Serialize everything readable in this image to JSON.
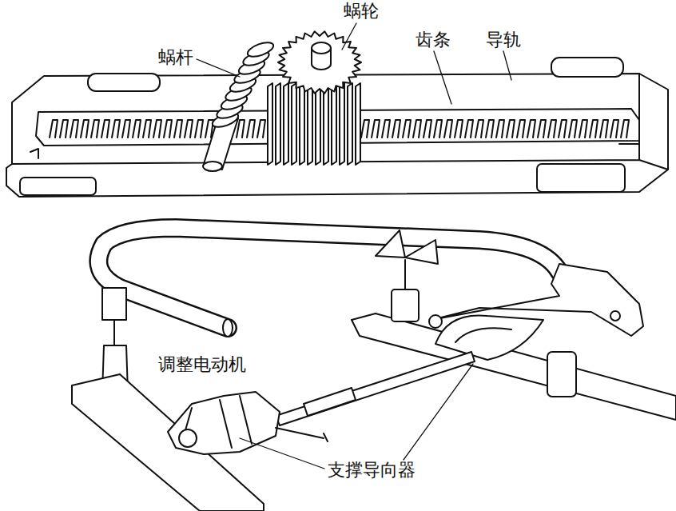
{
  "diagram": {
    "labels": [
      "蜗杆",
      "蜗轮",
      "齿条",
      "导轨",
      "调整电动机",
      "支撑导向器"
    ]
  }
}
